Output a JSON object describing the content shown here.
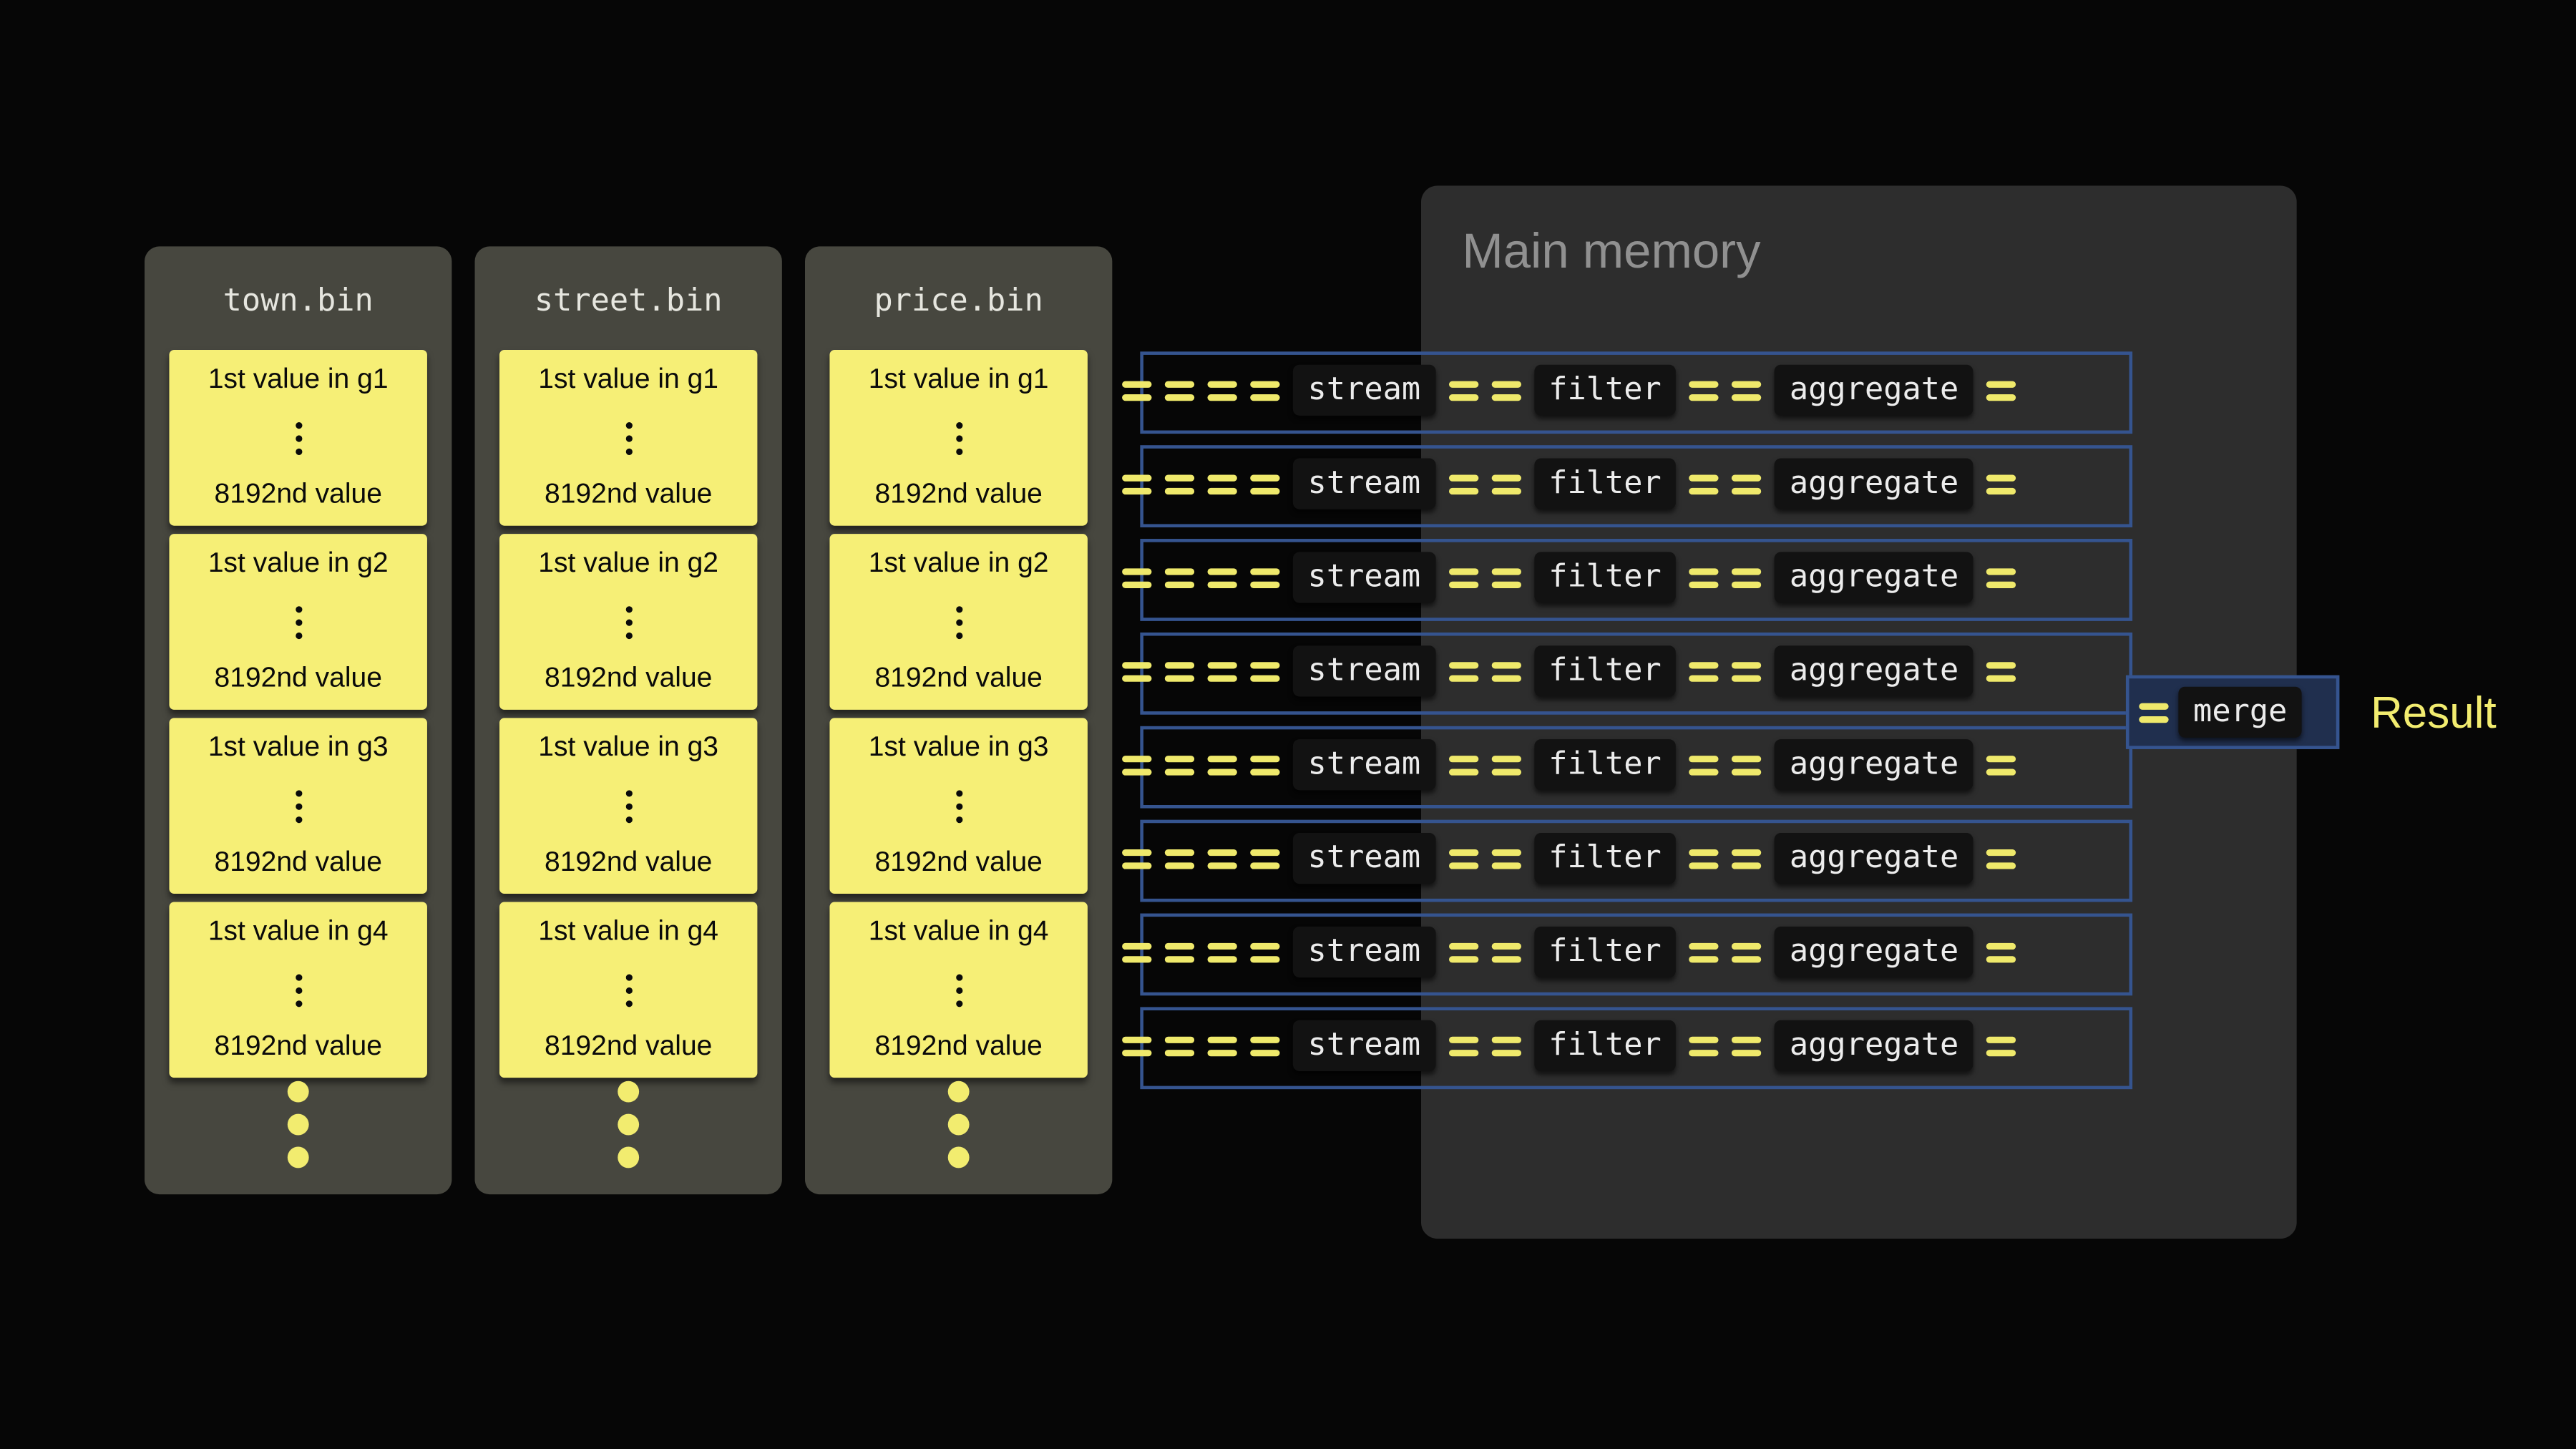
{
  "files": [
    {
      "title": "town.bin",
      "cards": [
        {
          "first": "1st value in g1",
          "last": "8192nd value"
        },
        {
          "first": "1st value in g2",
          "last": "8192nd value"
        },
        {
          "first": "1st value in g3",
          "last": "8192nd value"
        },
        {
          "first": "1st value in g4",
          "last": "8192nd value"
        }
      ]
    },
    {
      "title": "street.bin",
      "cards": [
        {
          "first": "1st value in g1",
          "last": "8192nd value"
        },
        {
          "first": "1st value in g2",
          "last": "8192nd value"
        },
        {
          "first": "1st value in g3",
          "last": "8192nd value"
        },
        {
          "first": "1st value in g4",
          "last": "8192nd value"
        }
      ]
    },
    {
      "title": "price.bin",
      "cards": [
        {
          "first": "1st value in g1",
          "last": "8192nd value"
        },
        {
          "first": "1st value in g2",
          "last": "8192nd value"
        },
        {
          "first": "1st value in g3",
          "last": "8192nd value"
        },
        {
          "first": "1st value in g4",
          "last": "8192nd value"
        }
      ]
    }
  ],
  "main_memory": {
    "title": "Main memory"
  },
  "pipeline": {
    "row_count": 8,
    "stages": [
      "stream",
      "filter",
      "aggregate"
    ]
  },
  "merge_label": "merge",
  "result_label": "Result",
  "colors": {
    "yellow": "#f2ec6f",
    "card_yellow": "#f6ef76",
    "lane_blue": "#35548f",
    "file_panel_gray": "#47473f",
    "memory_gray": "#2d2d2d",
    "chip_bg": "#121212",
    "background": "#060606"
  }
}
